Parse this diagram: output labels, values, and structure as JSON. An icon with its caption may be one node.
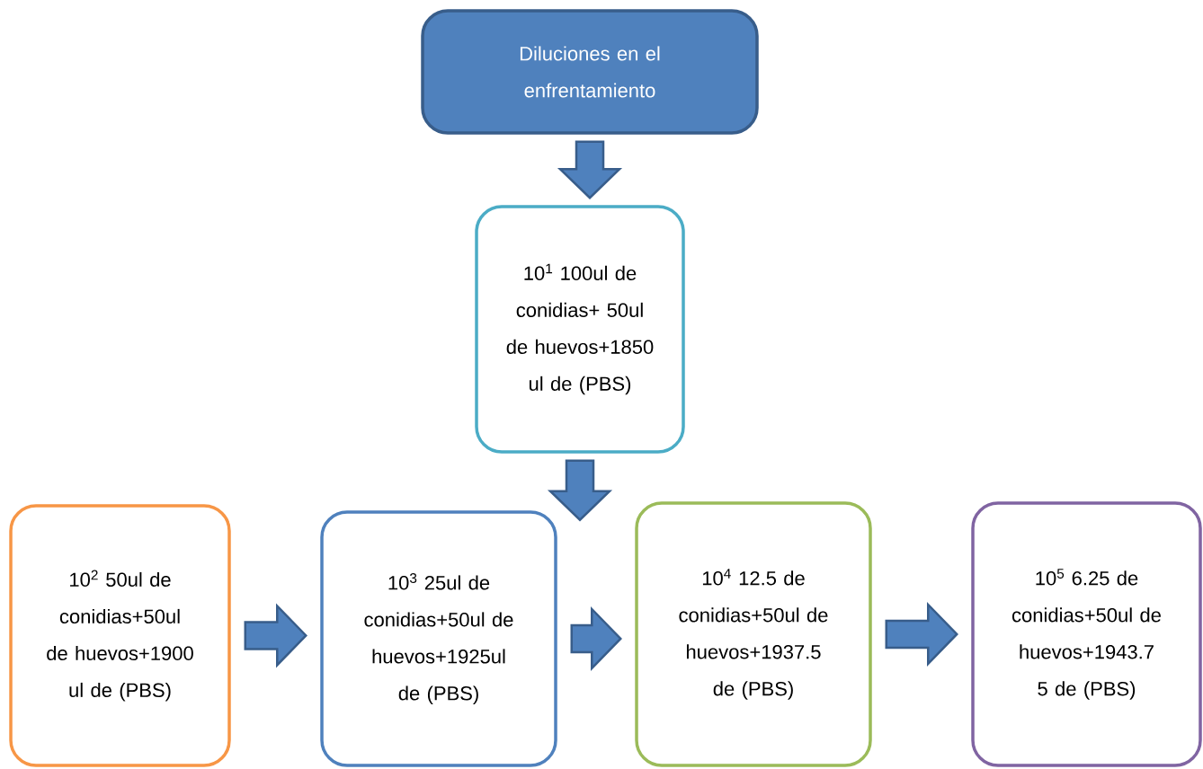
{
  "diagram": {
    "nodes": [
      {
        "text": [
          "Diluciones en el enfrentamiento"
        ]
      },
      {
        "text": [
          "10$^{1}$ 100ul de conidias+ 50ul de huevos+1850 ul de (PBS)"
        ]
      },
      {
        "text": [
          "10$^{2}$ 50ul de conidias+50ul de huevos+1900 ul de (PBS)"
        ]
      },
      {
        "text": [
          "10$^{3}$ 25ul de conidias+50ul de huevos+1925ul de (PBS)"
        ]
      },
      {
        "text": [
          "10$^{4}$ 12.5 de conidias+50ul de huevos+1937.5 de (PBS)"
        ]
      },
      {
        "text": [
          "10$^{5}$ 6.25 de conidias+50ul de huevos+1943.7 5 de (PBS)"
        ]
      }
    ],
    "edges": [
      {
        "from": 0,
        "to": 1,
        "arrow": "to"
      },
      {
        "from": 1,
        "to": null,
        "arrow": "to"
      },
      {
        "from": 2,
        "to": 3,
        "arrow": "to"
      },
      {
        "from": 3,
        "to": 4,
        "arrow": "to"
      },
      {
        "from": 4,
        "to": 5,
        "arrow": "to"
      }
    ]
  }
}
